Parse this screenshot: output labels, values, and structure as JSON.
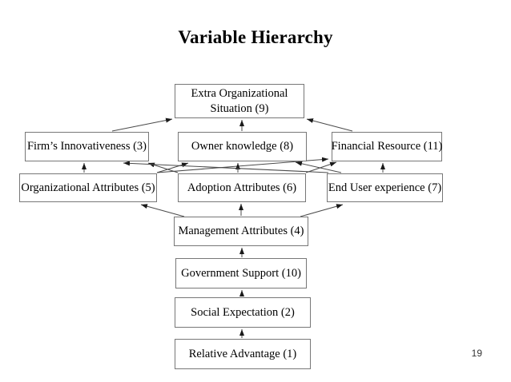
{
  "title": "Variable Hierarchy",
  "page_number": "19",
  "nodes": [
    {
      "id": "extra_org",
      "label": "Extra Organizational Situation (9)"
    },
    {
      "id": "firm_innov",
      "label": "Firm’s Innovativeness (3)"
    },
    {
      "id": "owner_knowledge",
      "label": "Owner knowledge (8)"
    },
    {
      "id": "financial_resource",
      "label": "Financial Resource (11)"
    },
    {
      "id": "org_attr",
      "label": "Organizational Attributes (5)"
    },
    {
      "id": "adoption_attr",
      "label": "Adoption Attributes (6)"
    },
    {
      "id": "end_user_exp",
      "label": "End User experience (7)"
    },
    {
      "id": "mgmt_attr",
      "label": "Management Attributes (4)"
    },
    {
      "id": "gov_support",
      "label": "Government Support (10)"
    },
    {
      "id": "social_expect",
      "label": "Social Expectation (2)"
    },
    {
      "id": "relative_adv",
      "label": "Relative Advantage (1)"
    }
  ],
  "edges": [
    {
      "from": "relative_adv",
      "to": "social_expect"
    },
    {
      "from": "social_expect",
      "to": "gov_support"
    },
    {
      "from": "gov_support",
      "to": "mgmt_attr"
    },
    {
      "from": "mgmt_attr",
      "to": "org_attr"
    },
    {
      "from": "mgmt_attr",
      "to": "adoption_attr"
    },
    {
      "from": "mgmt_attr",
      "to": "end_user_exp"
    },
    {
      "from": "org_attr",
      "to": "firm_innov"
    },
    {
      "from": "org_attr",
      "to": "owner_knowledge"
    },
    {
      "from": "org_attr",
      "to": "financial_resource"
    },
    {
      "from": "adoption_attr",
      "to": "firm_innov"
    },
    {
      "from": "adoption_attr",
      "to": "owner_knowledge"
    },
    {
      "from": "adoption_attr",
      "to": "financial_resource"
    },
    {
      "from": "end_user_exp",
      "to": "firm_innov"
    },
    {
      "from": "end_user_exp",
      "to": "owner_knowledge"
    },
    {
      "from": "end_user_exp",
      "to": "financial_resource"
    },
    {
      "from": "firm_innov",
      "to": "extra_org"
    },
    {
      "from": "owner_knowledge",
      "to": "extra_org"
    },
    {
      "from": "financial_resource",
      "to": "extra_org"
    }
  ],
  "colors": {
    "background": "#ffffff",
    "box_border": "#777777",
    "arrow": "#4a4a4a",
    "text": "#000000"
  }
}
